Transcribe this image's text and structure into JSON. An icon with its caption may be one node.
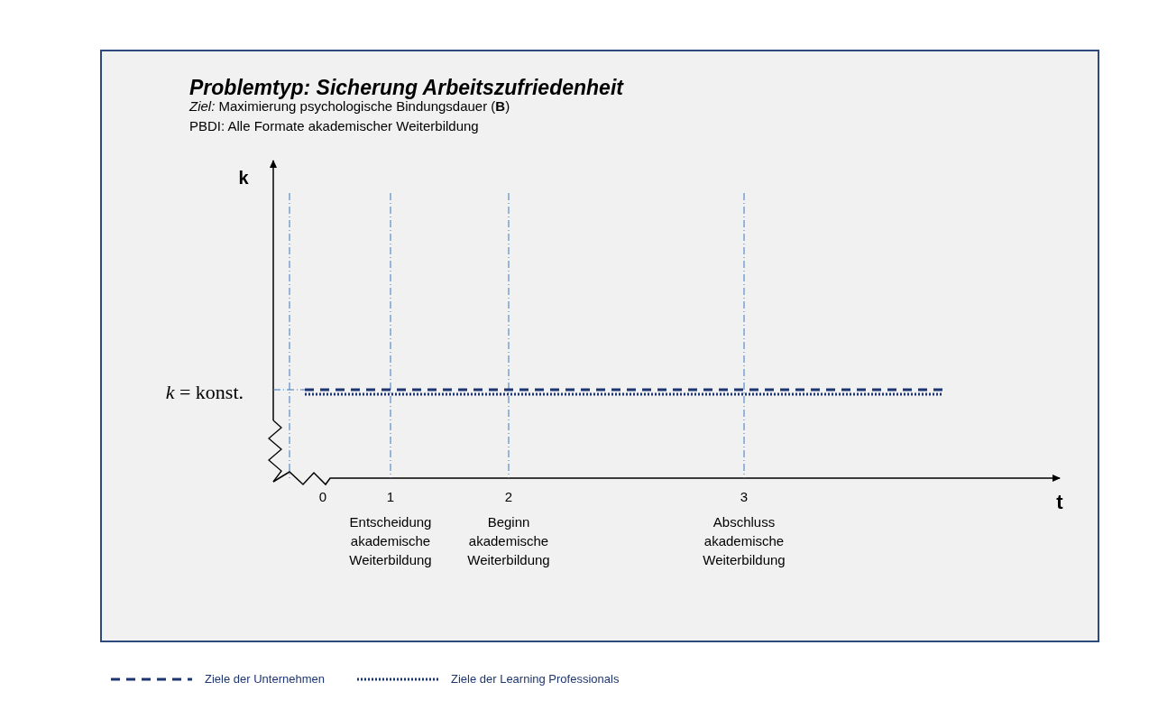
{
  "diagram": {
    "title": "Problemtyp: Sicherung Arbeitszufriedenheit",
    "labels": [
      "*Ziel:* Maximierung psychologische Bindungsdauer  (**B**)",
      "PBDI:  Alle Formate akademischer Weiterbildung",
      "k",
      "*k* = konst.",
      "0",
      "1",
      "2",
      "3",
      "t",
      "Entscheidung akademische Weiterbildung",
      "Beginn akademische Weiterbildung",
      "Abschluss akademische Weiterbildung"
    ],
    "legend": [
      {
        "text": "Ziele der Unternehmen"
      },
      {
        "text": "Ziele der Learning Professionals"
      }
    ]
  }
}
